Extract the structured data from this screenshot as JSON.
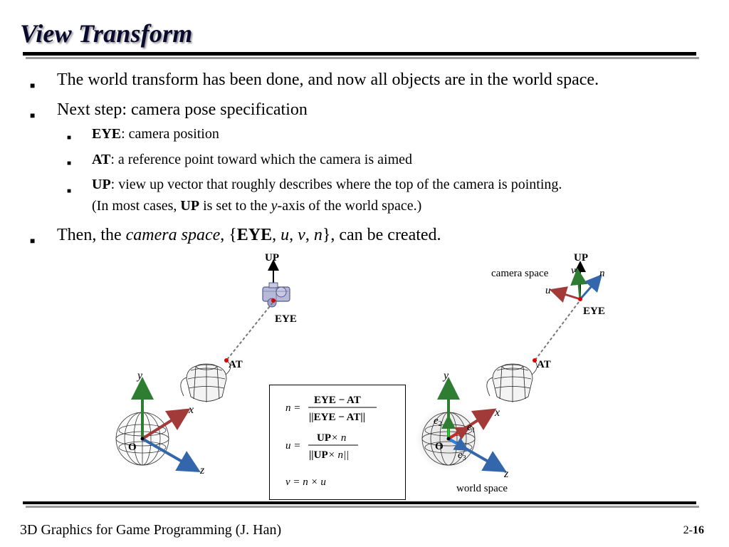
{
  "slide": {
    "title": "View Transform",
    "bullets": {
      "b1": "The world transform has been done, and now all objects are in the world space.",
      "b2": "Next step: camera pose specification",
      "sub": [
        {
          "term": "EYE",
          "text": ": camera position"
        },
        {
          "term": "AT",
          "text": ": a reference point toward which the camera is aimed"
        },
        {
          "term": "UP",
          "text": ": view up vector that roughly describes where the top of the camera is pointing.",
          "line2_pre": "(In most cases, ",
          "line2_term": "UP",
          "line2_mid": " is set to the ",
          "line2_italic": "y",
          "line2_post": "-axis of the world space.)"
        }
      ],
      "b3": {
        "pre": "Then, the ",
        "italic": "camera space",
        "mid": ", {",
        "bold": "EYE",
        "sep1": ", ",
        "u": "u",
        "sep2": ", ",
        "v": "v",
        "sep3": ", ",
        "n": "n",
        "post": "}, can be created."
      }
    }
  },
  "figure_left": {
    "up": "UP",
    "eye": "EYE",
    "at": "AT",
    "y": "y",
    "x": "x",
    "z": "z",
    "origin": "O"
  },
  "figure_right": {
    "up": "UP",
    "eye": "EYE",
    "at": "AT",
    "camera_space": "camera space",
    "v": "v",
    "n": "n",
    "u": "u",
    "y": "y",
    "x": "x",
    "z": "z",
    "origin": "O",
    "e1": "e",
    "e1_sub": "1",
    "e2": "e",
    "e2_sub": "2",
    "e3": "e",
    "e3_sub": "3",
    "world_space": "world space"
  },
  "formulas": {
    "n_lhs": "n =",
    "n_num": "EYE − AT",
    "n_den": "||EYE − AT||",
    "u_lhs": "u =",
    "u_num_b": "UP",
    "u_num_i": "× n",
    "u_den_b": "||UP",
    "u_den_i": "× n||",
    "v_eq": "v = n × u"
  },
  "footer": {
    "left": "3D Graphics for Game Programming (J. Han)",
    "page_prefix": "2-",
    "page_num": "16"
  },
  "colors": {
    "title": "#0a0a2e",
    "y_axis": "#2e7d32",
    "x_axis": "#a33a3a",
    "z_axis": "#3366aa",
    "point": "#dd0000"
  }
}
